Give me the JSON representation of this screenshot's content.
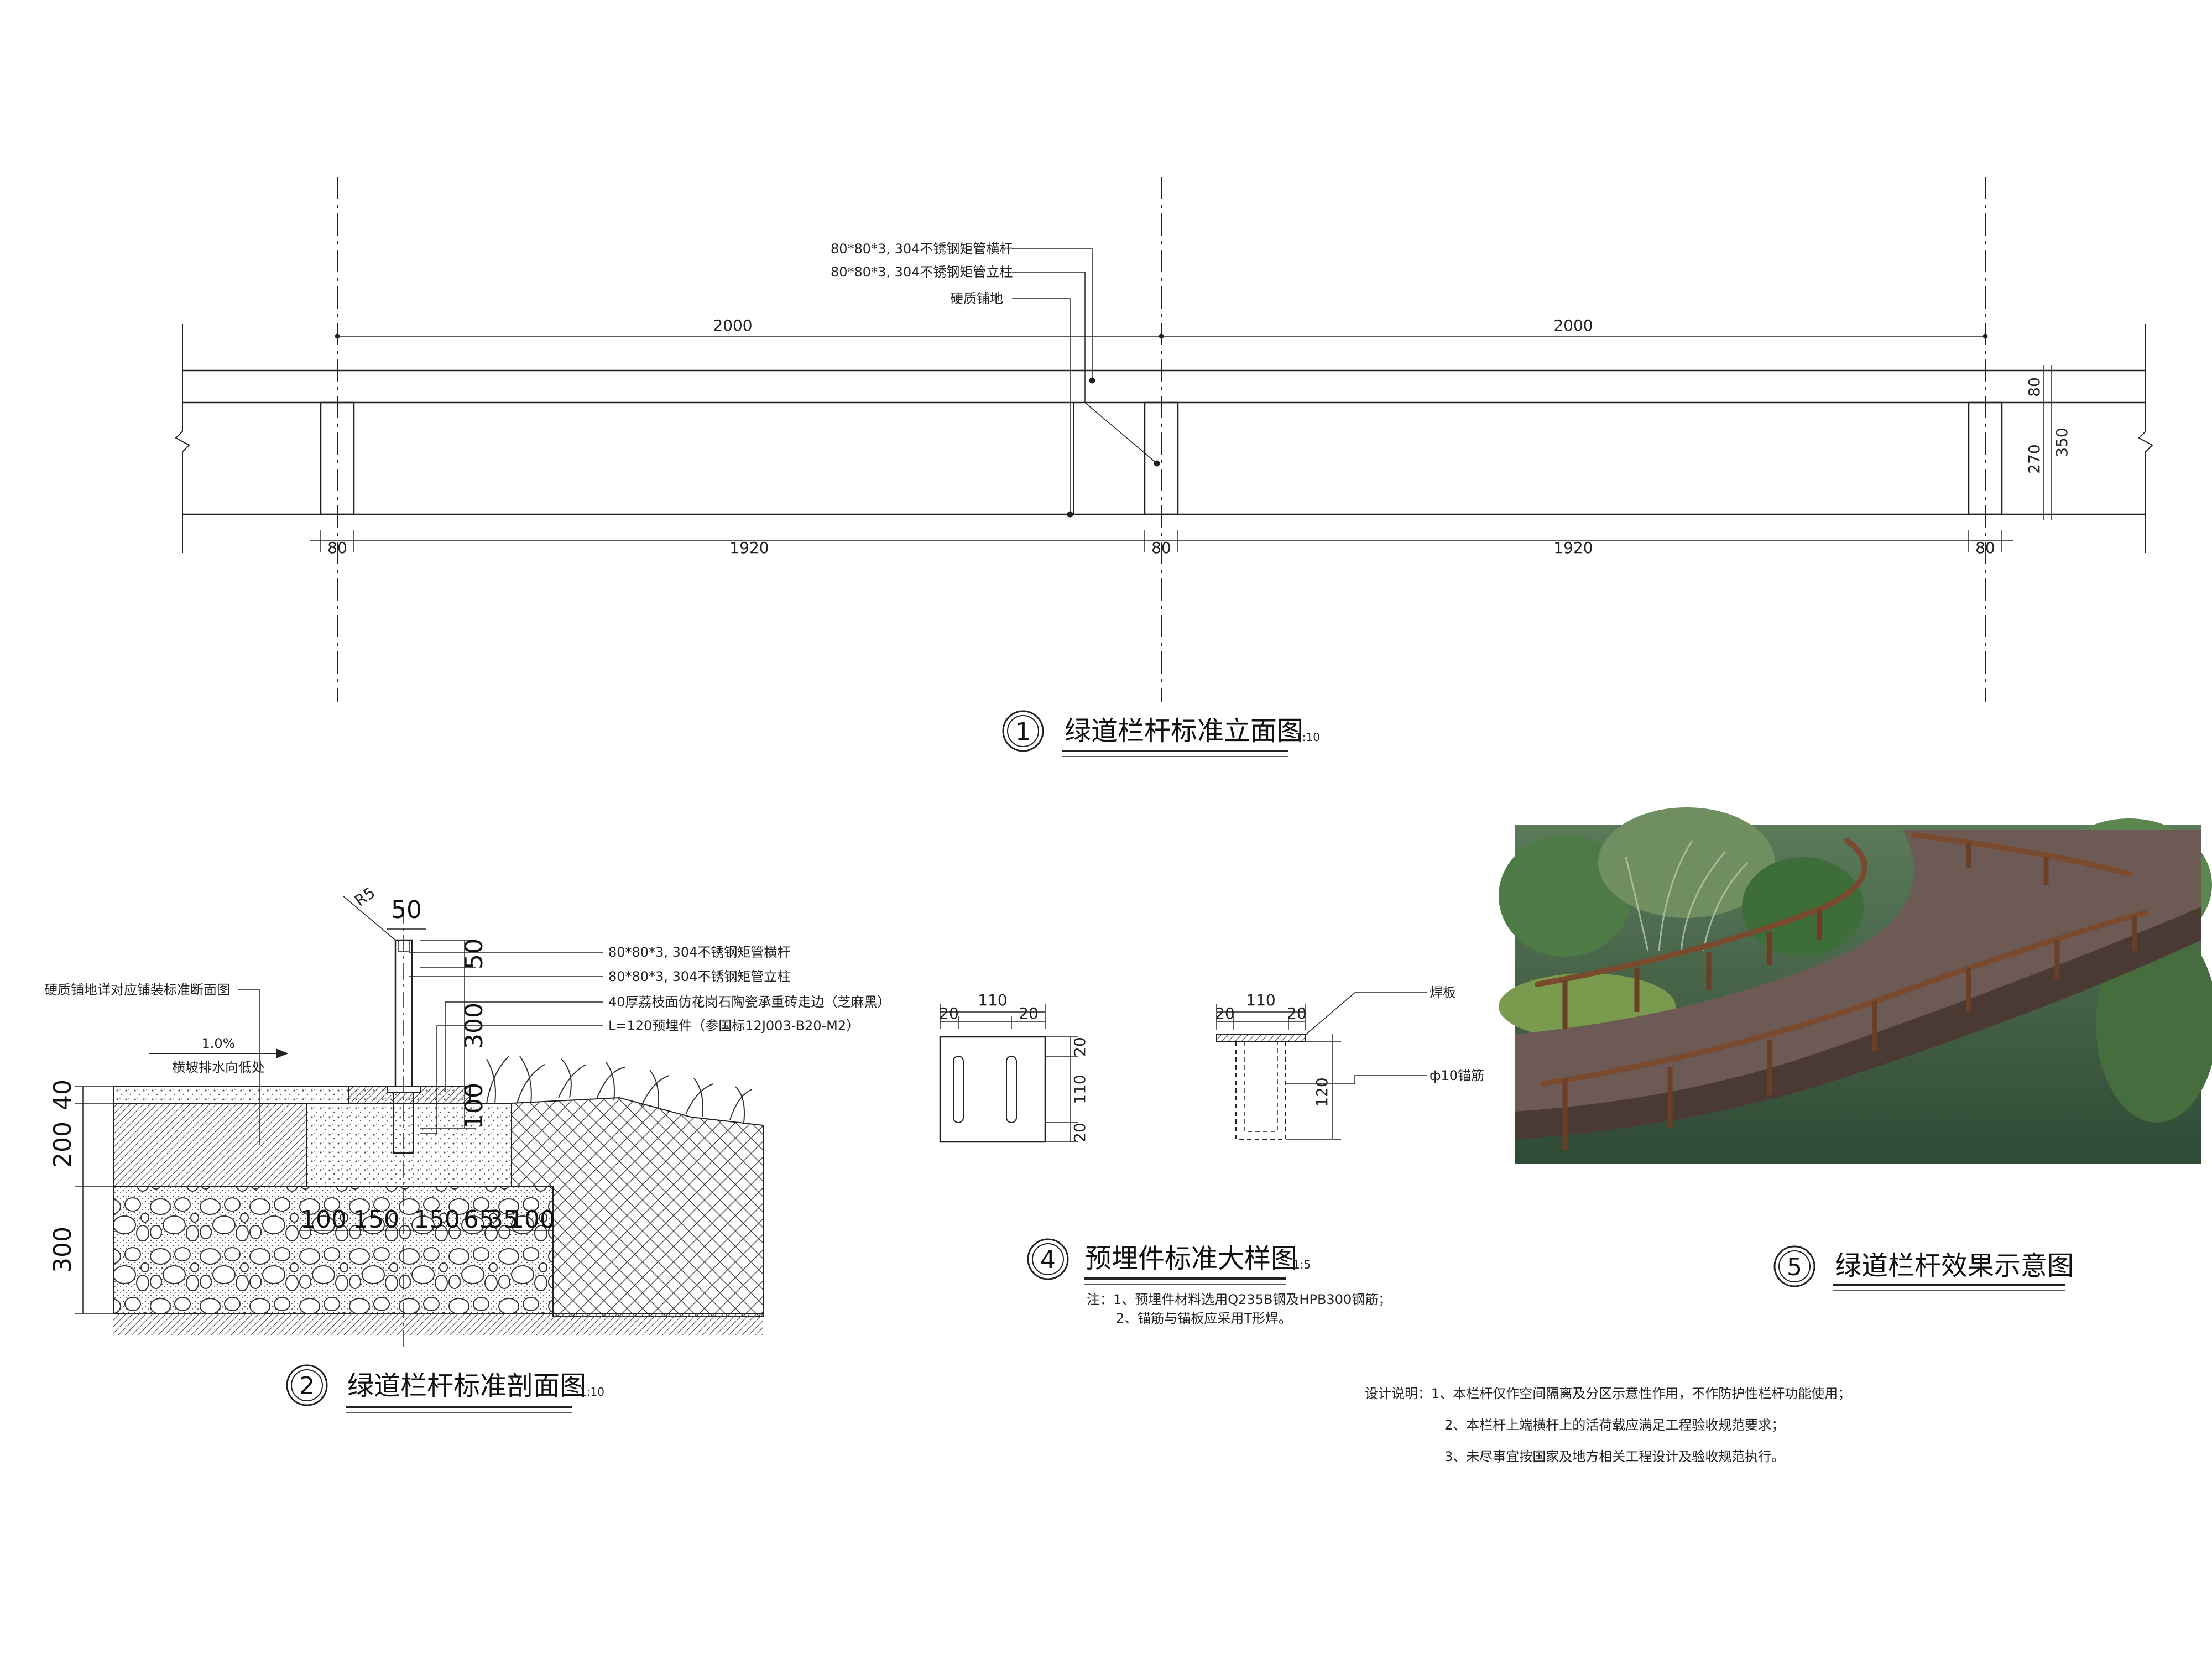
{
  "elevation": {
    "callouts": [
      "80*80*3, 304不锈钢矩管横杆",
      "80*80*3, 304不锈钢矩管立柱",
      "硬质铺地"
    ],
    "dims_top": [
      "2000",
      "2000"
    ],
    "dims_bottom": [
      "80",
      "1920",
      "80",
      "1920",
      "80"
    ],
    "dims_right": [
      "80",
      "270",
      "350"
    ],
    "title_number": "1",
    "title": "绿道栏杆标准立面图",
    "scale": "1:10"
  },
  "section": {
    "top_dims": [
      "R5",
      "50"
    ],
    "right_dims": [
      "50",
      "300",
      "100"
    ],
    "left_dims": [
      "40",
      "200",
      "300"
    ],
    "bottom_dims": [
      "100",
      "150",
      "150",
      "65",
      "35",
      "100"
    ],
    "callouts": [
      "80*80*3, 304不锈钢矩管横杆",
      "80*80*3, 304不锈钢矩管立柱",
      "40厚荔枝面仿花岗石陶瓷承重砖走边（芝麻黑）",
      "L=120预埋件（参国标12J003-B20-M2）"
    ],
    "left_note": "硬质铺地详对应铺装标准断面图",
    "slope": "1.0%",
    "slope_note": "横坡排水向低处",
    "title_number": "2",
    "title": "绿道栏杆标准剖面图",
    "scale": "1:10"
  },
  "embed": {
    "plan_dims": [
      "110",
      "20",
      "20",
      "20",
      "110",
      "20"
    ],
    "elev_dims": [
      "110",
      "20",
      "20",
      "120"
    ],
    "callouts": [
      "焊板",
      "ф10锚筋"
    ],
    "title_number": "4",
    "title": "预埋件标准大样图",
    "scale": "1:5",
    "notes": [
      "注：1、预埋件材料选用Q235B钢及HPB300钢筋；",
      "2、锚筋与锚板应采用T形焊。"
    ]
  },
  "effect": {
    "title_number": "5",
    "title": "绿道栏杆效果示意图"
  },
  "design_notes": [
    "设计说明：1、本栏杆仅作空间隔离及分区示意性作用，不作防护性栏杆功能使用；",
    "2、本栏杆上端横杆上的活荷载应满足工程验收规范要求；",
    "3、未尽事宜按国家及地方相关工程设计及验收规范执行。"
  ],
  "colors": {
    "line": "#222222",
    "wood": "#7a4a2e",
    "foliage": "#3f6b3a",
    "deck": "#6e5a55"
  }
}
